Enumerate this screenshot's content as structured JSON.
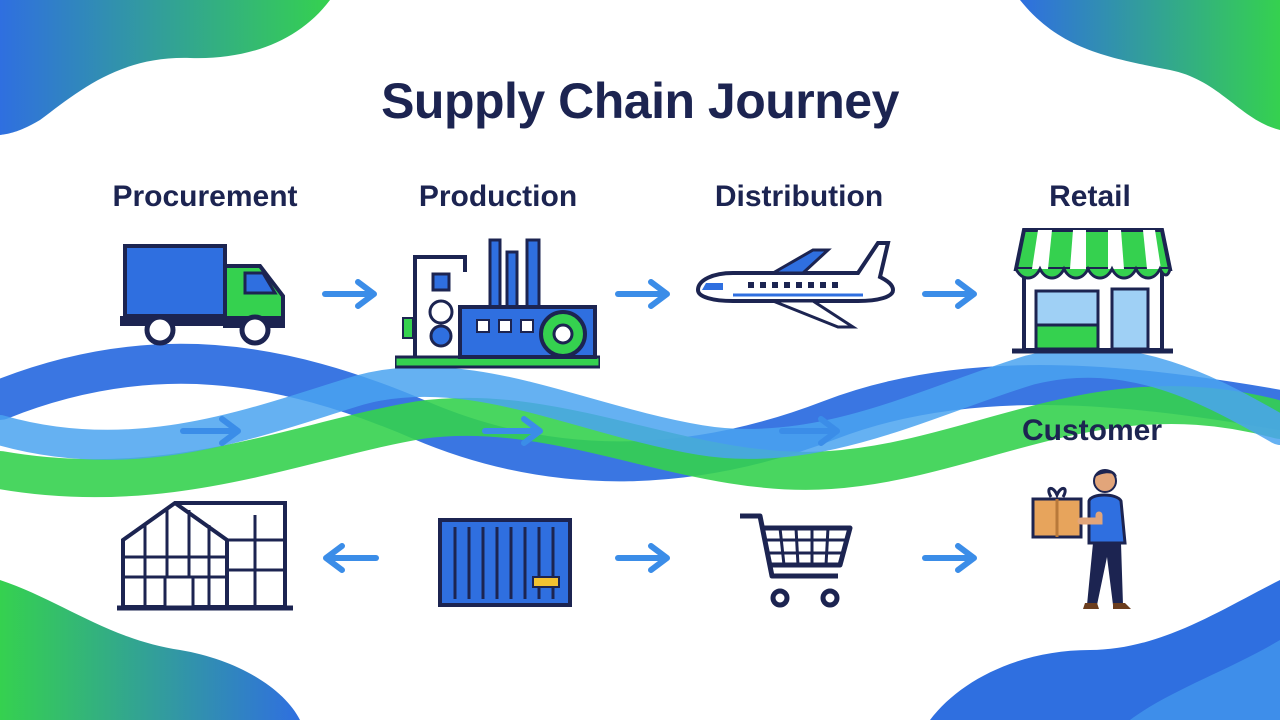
{
  "title": "Supply Chain Journey",
  "stages": {
    "procurement": "Procurement",
    "production": "Production",
    "distribution": "Distribution",
    "retail": "Retail",
    "customer": "Customer"
  },
  "colors": {
    "navy": "#1c2451",
    "blue": "#2f6fe0",
    "light_blue": "#4aa3f0",
    "green": "#35d14f"
  },
  "icons": {
    "procurement": "truck-icon",
    "production": "factory-icon",
    "distribution": "airplane-icon",
    "retail": "store-icon",
    "warehouse": "warehouse-icon",
    "container": "shipping-container-icon",
    "cart": "shopping-cart-icon",
    "customer": "customer-with-package-icon"
  }
}
